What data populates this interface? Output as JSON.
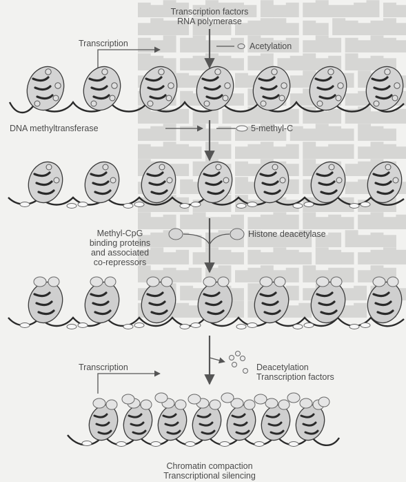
{
  "diagram": {
    "top_label": [
      "Transcription factors",
      "RNA polymerase"
    ],
    "stage1": {
      "left_label": "Transcription",
      "right_label": "Acetylation"
    },
    "stage2": {
      "left_label": "DNA methyltransferase",
      "right_label": "5-methyl-C"
    },
    "stage3": {
      "left_label": [
        "Methyl-CpG",
        "binding proteins",
        "and associated",
        "co-repressors"
      ],
      "right_label": "Histone deacetylase"
    },
    "stage4": {
      "left_label": "Transcription",
      "right_label": [
        "Deacetylation",
        "Transcription factors"
      ]
    },
    "bottom_label": [
      "Chromatin compaction",
      "Transcriptional silencing"
    ]
  }
}
